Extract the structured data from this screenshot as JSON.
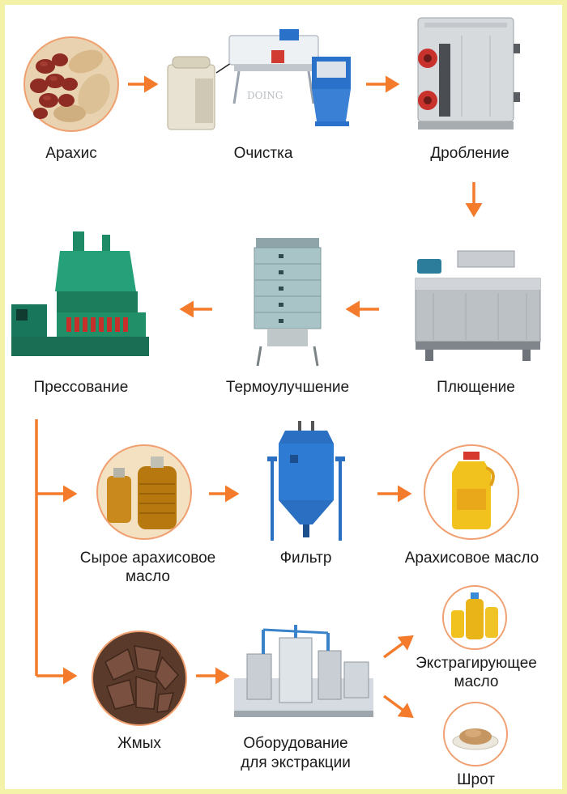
{
  "colors": {
    "arrow": "#f47b2c",
    "frame": "#f4f1a8",
    "steel": "#b9bec4",
    "blue": "#2a72c9",
    "green": "#1f8a66"
  },
  "steps": {
    "peanuts": "Арахис",
    "cleaning": "Очистка",
    "crushing": "Дробление",
    "flaking": "Плющение",
    "conditioning": "Термоулучшение",
    "pressing": "Прессование",
    "crude_oil_line1": "Сырое арахисовое",
    "crude_oil_line2": "масло",
    "filter": "Фильтр",
    "peanut_oil": "Арахисовое масло",
    "cake": "Жмых",
    "extraction_line1": "Оборудование",
    "extraction_line2": "для экстракции",
    "extracted_oil_line1": "Экстрагирующее",
    "extracted_oil_line2": "масло",
    "meal": "Шрот"
  },
  "watermark": "DOING"
}
